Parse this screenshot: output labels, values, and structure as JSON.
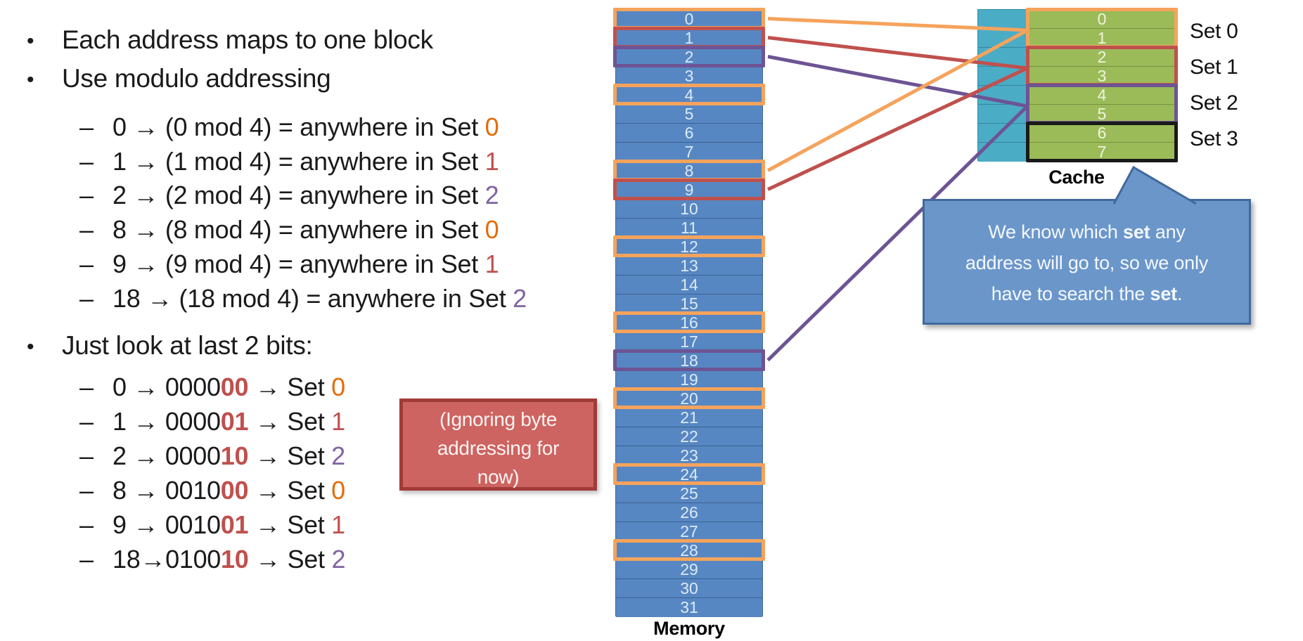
{
  "colors": {
    "orange": "#F5A35C",
    "red": "#C0504D",
    "purple": "#6D5494",
    "black": "#1A1A1A",
    "orange_text": "#E36C0A",
    "red_text": "#C0504D",
    "purple_text": "#8064A2",
    "bits_bold": "#C0504D",
    "memory_fill": "#5787C2",
    "cyan_fill": "#4BACC6",
    "green_fill": "#9BBB59",
    "bubble_fill": "#6B96CA",
    "bubble_border": "#41699C",
    "note_fill": "#CD6461",
    "note_border": "#A13B38"
  },
  "bullets": {
    "b1": "Each address maps to one block",
    "b2": "Use modulo addressing",
    "b3": "Just look at last 2 bits:"
  },
  "modulo_items": [
    {
      "text": "0 → (0 mod 4) = anywhere in Set ",
      "set": "0",
      "color_key": "orange_text"
    },
    {
      "text": "1 → (1 mod 4) = anywhere in Set ",
      "set": "1",
      "color_key": "red_text"
    },
    {
      "text": "2 → (2 mod 4) = anywhere in Set ",
      "set": "2",
      "color_key": "purple_text"
    },
    {
      "text": "8 → (8 mod 4) = anywhere in Set ",
      "set": "0",
      "color_key": "orange_text"
    },
    {
      "text": "9 → (9 mod 4) = anywhere in Set ",
      "set": "1",
      "color_key": "red_text"
    },
    {
      "text": "18 → (18 mod 4) = anywhere in Set ",
      "set": "2",
      "color_key": "purple_text"
    }
  ],
  "bits_items": [
    {
      "pre": "0 → 0000",
      "bits": "00",
      "mid": " → Set ",
      "set": "0",
      "color_key": "orange_text"
    },
    {
      "pre": "1 → 0000",
      "bits": "01",
      "mid": " → Set ",
      "set": "1",
      "color_key": "red_text"
    },
    {
      "pre": "2 → 0000",
      "bits": "10",
      "mid": " → Set ",
      "set": "2",
      "color_key": "purple_text"
    },
    {
      "pre": "8 → 0010",
      "bits": "00",
      "mid": " → Set ",
      "set": "0",
      "color_key": "orange_text"
    },
    {
      "pre": "9 → 0010",
      "bits": "01",
      "mid": " → Set ",
      "set": "1",
      "color_key": "red_text"
    },
    {
      "pre": "18→0100",
      "bits": "10",
      "mid": " → Set ",
      "set": "2",
      "color_key": "purple_text"
    }
  ],
  "note_box": {
    "lines": [
      "(Ignoring byte",
      "addressing for",
      "now)"
    ]
  },
  "memory": {
    "label": "Memory",
    "rows": [
      "0",
      "1",
      "2",
      "3",
      "4",
      "5",
      "6",
      "7",
      "8",
      "9",
      "10",
      "11",
      "12",
      "13",
      "14",
      "15",
      "16",
      "17",
      "18",
      "19",
      "20",
      "21",
      "22",
      "23",
      "24",
      "25",
      "26",
      "27",
      "28",
      "29",
      "30",
      "31"
    ],
    "highlights": [
      {
        "row": 0,
        "color_key": "orange"
      },
      {
        "row": 1,
        "color_key": "red"
      },
      {
        "row": 2,
        "color_key": "purple"
      },
      {
        "row": 4,
        "color_key": "orange"
      },
      {
        "row": 8,
        "color_key": "orange"
      },
      {
        "row": 9,
        "color_key": "red"
      },
      {
        "row": 12,
        "color_key": "orange"
      },
      {
        "row": 16,
        "color_key": "orange"
      },
      {
        "row": 18,
        "color_key": "purple"
      },
      {
        "row": 20,
        "color_key": "orange"
      },
      {
        "row": 24,
        "color_key": "orange"
      },
      {
        "row": 28,
        "color_key": "orange"
      }
    ]
  },
  "cache": {
    "label": "Cache",
    "rows": [
      "0",
      "1",
      "2",
      "3",
      "4",
      "5",
      "6",
      "7"
    ],
    "sets": [
      {
        "label": "Set 0",
        "color_key": "orange"
      },
      {
        "label": "Set 1",
        "color_key": "red"
      },
      {
        "label": "Set 2",
        "color_key": "purple"
      },
      {
        "label": "Set 3",
        "color_key": "black"
      }
    ]
  },
  "links": [
    {
      "from_row": 0,
      "to_set": 0,
      "color_key": "orange"
    },
    {
      "from_row": 1,
      "to_set": 1,
      "color_key": "red"
    },
    {
      "from_row": 2,
      "to_set": 2,
      "color_key": "purple"
    },
    {
      "from_row": 8,
      "to_set": 0,
      "color_key": "orange"
    },
    {
      "from_row": 9,
      "to_set": 1,
      "color_key": "red"
    },
    {
      "from_row": 18,
      "to_set": 2,
      "color_key": "purple"
    }
  ],
  "bubble": {
    "lines": [
      [
        {
          "t": "We know which "
        },
        {
          "t": "set",
          "b": true
        },
        {
          "t": " any"
        }
      ],
      [
        {
          "t": "address will go to, so we only"
        }
      ],
      [
        {
          "t": "have to search the "
        },
        {
          "t": "set",
          "b": true
        },
        {
          "t": "."
        }
      ]
    ]
  }
}
